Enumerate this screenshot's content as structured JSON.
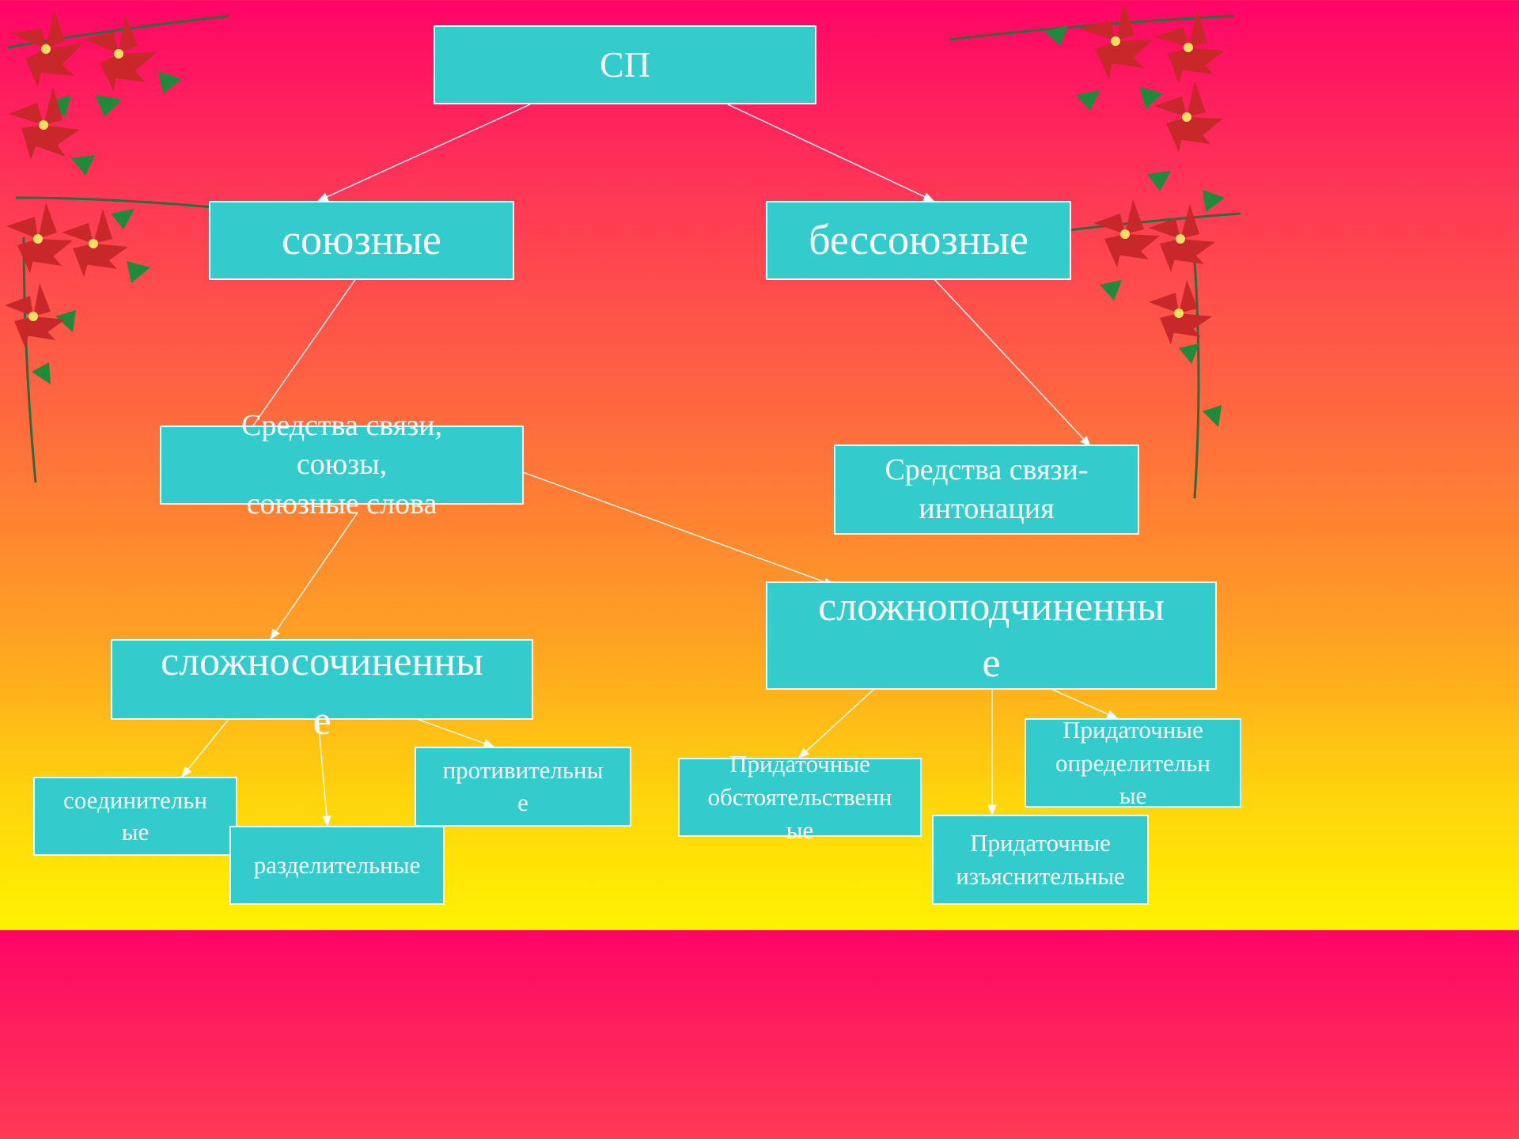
{
  "nodes": {
    "root": "СП",
    "union": "союзные",
    "nonunion": "бессоюзные",
    "union_means": "Средства связи,\nсоюзы,\nсоюзные слова",
    "nonunion_means": "Средства связи-\nинтонация",
    "compound": "сложносочиненны\nе",
    "complex": "сложноподчиненны\nе",
    "connective": "соединительн\nые",
    "disjunctive": "разделительные",
    "adversative": "противительны\nе",
    "adverbial": "Придаточные\nобстоятельственн\nые",
    "explanatory": "Придаточные\nизъяснительные",
    "attributive": "Придаточные\nопределительн\nые"
  },
  "colors": {
    "box_fill": "#33cccc",
    "box_border": "#e8ffff",
    "text": "#ffffff",
    "background_top": "#ff0566",
    "background_bottom": "#fff200"
  },
  "decorations": [
    "poinsettia-garland-left",
    "poinsettia-garland-right"
  ]
}
